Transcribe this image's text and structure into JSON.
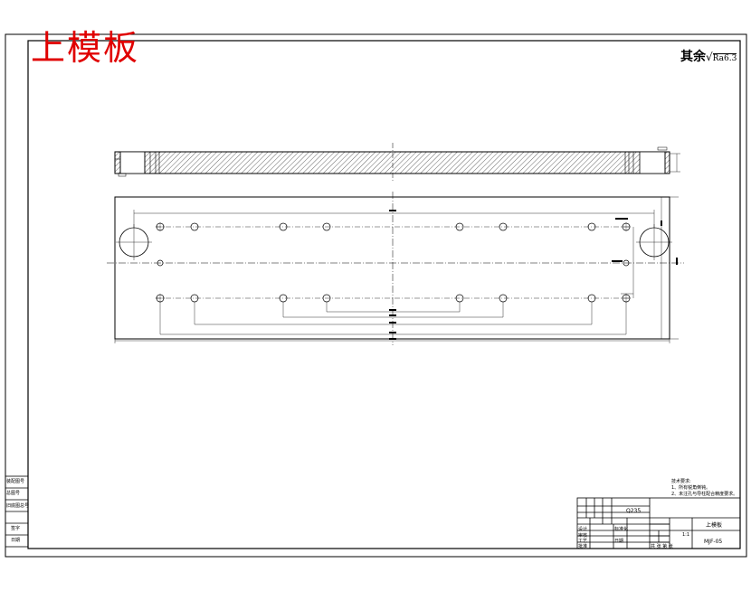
{
  "title": "上模板",
  "roughness": {
    "prefix": "其余",
    "value": "Ra6.3"
  },
  "notes": {
    "heading": "技术要求:",
    "items": [
      "1、所有锐角倒钝。",
      "2、未注孔与导柱配合精度要求。"
    ]
  },
  "title_block": {
    "project": "Q235",
    "part_name": "上模板",
    "drawing_no": "MJF-05",
    "scale": "1:1",
    "labels": {
      "design": "设计",
      "check": "审核",
      "process": "工艺",
      "approve": "批准",
      "std": "标准化",
      "date": "日期",
      "sheet": "共 张 第 张"
    }
  },
  "side_block": {
    "rows": [
      "装配图号",
      "总图号",
      "旧底图总号",
      "签字",
      "日期"
    ]
  }
}
